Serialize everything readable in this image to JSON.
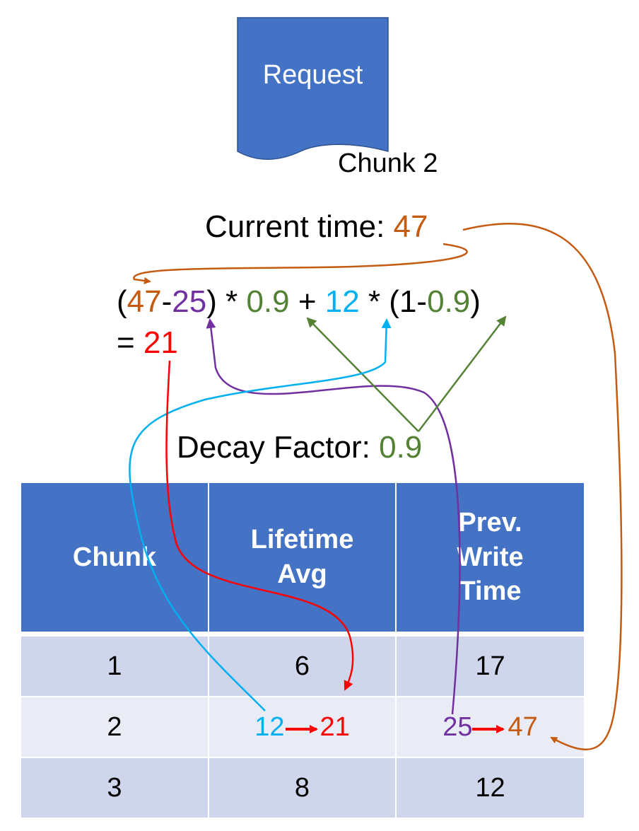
{
  "colors": {
    "orange": "#c55a11",
    "purple": "#7030a0",
    "green": "#548235",
    "cyan": "#00b0f0",
    "red": "#ff0000",
    "header_blue": "#4472c4",
    "row_dark": "#cfd5ea",
    "row_light": "#e9ebf5"
  },
  "request": {
    "label": "Request",
    "chunk": "Chunk 2"
  },
  "current_time": {
    "label": "Current time: ",
    "value": "47"
  },
  "formula": {
    "l1_open": "(",
    "l1_t": "47",
    "l1_minus": "-",
    "l1_prev": "25",
    "l1_mult": ") * ",
    "l1_decay": "0.9",
    "l1_plus": " + ",
    "l1_avg": "12",
    "l1_mult2": " * (1-",
    "l1_decay2": "0.9",
    "l1_close": ")",
    "l2_eq": "= ",
    "l2_result": "21"
  },
  "decay": {
    "label": "Decay Factor: ",
    "value": "0.9"
  },
  "table": {
    "headers": [
      "Chunk",
      "Lifetime\nAvg",
      "Prev.\nWrite\nTime"
    ],
    "rows": [
      {
        "chunk": "1",
        "avg": "6",
        "prev": "17"
      },
      {
        "chunk": "2",
        "avg_old": "12",
        "avg_new": "21",
        "prev_old": "25",
        "prev_new": "47"
      },
      {
        "chunk": "3",
        "avg": "8",
        "prev": "12"
      }
    ]
  }
}
